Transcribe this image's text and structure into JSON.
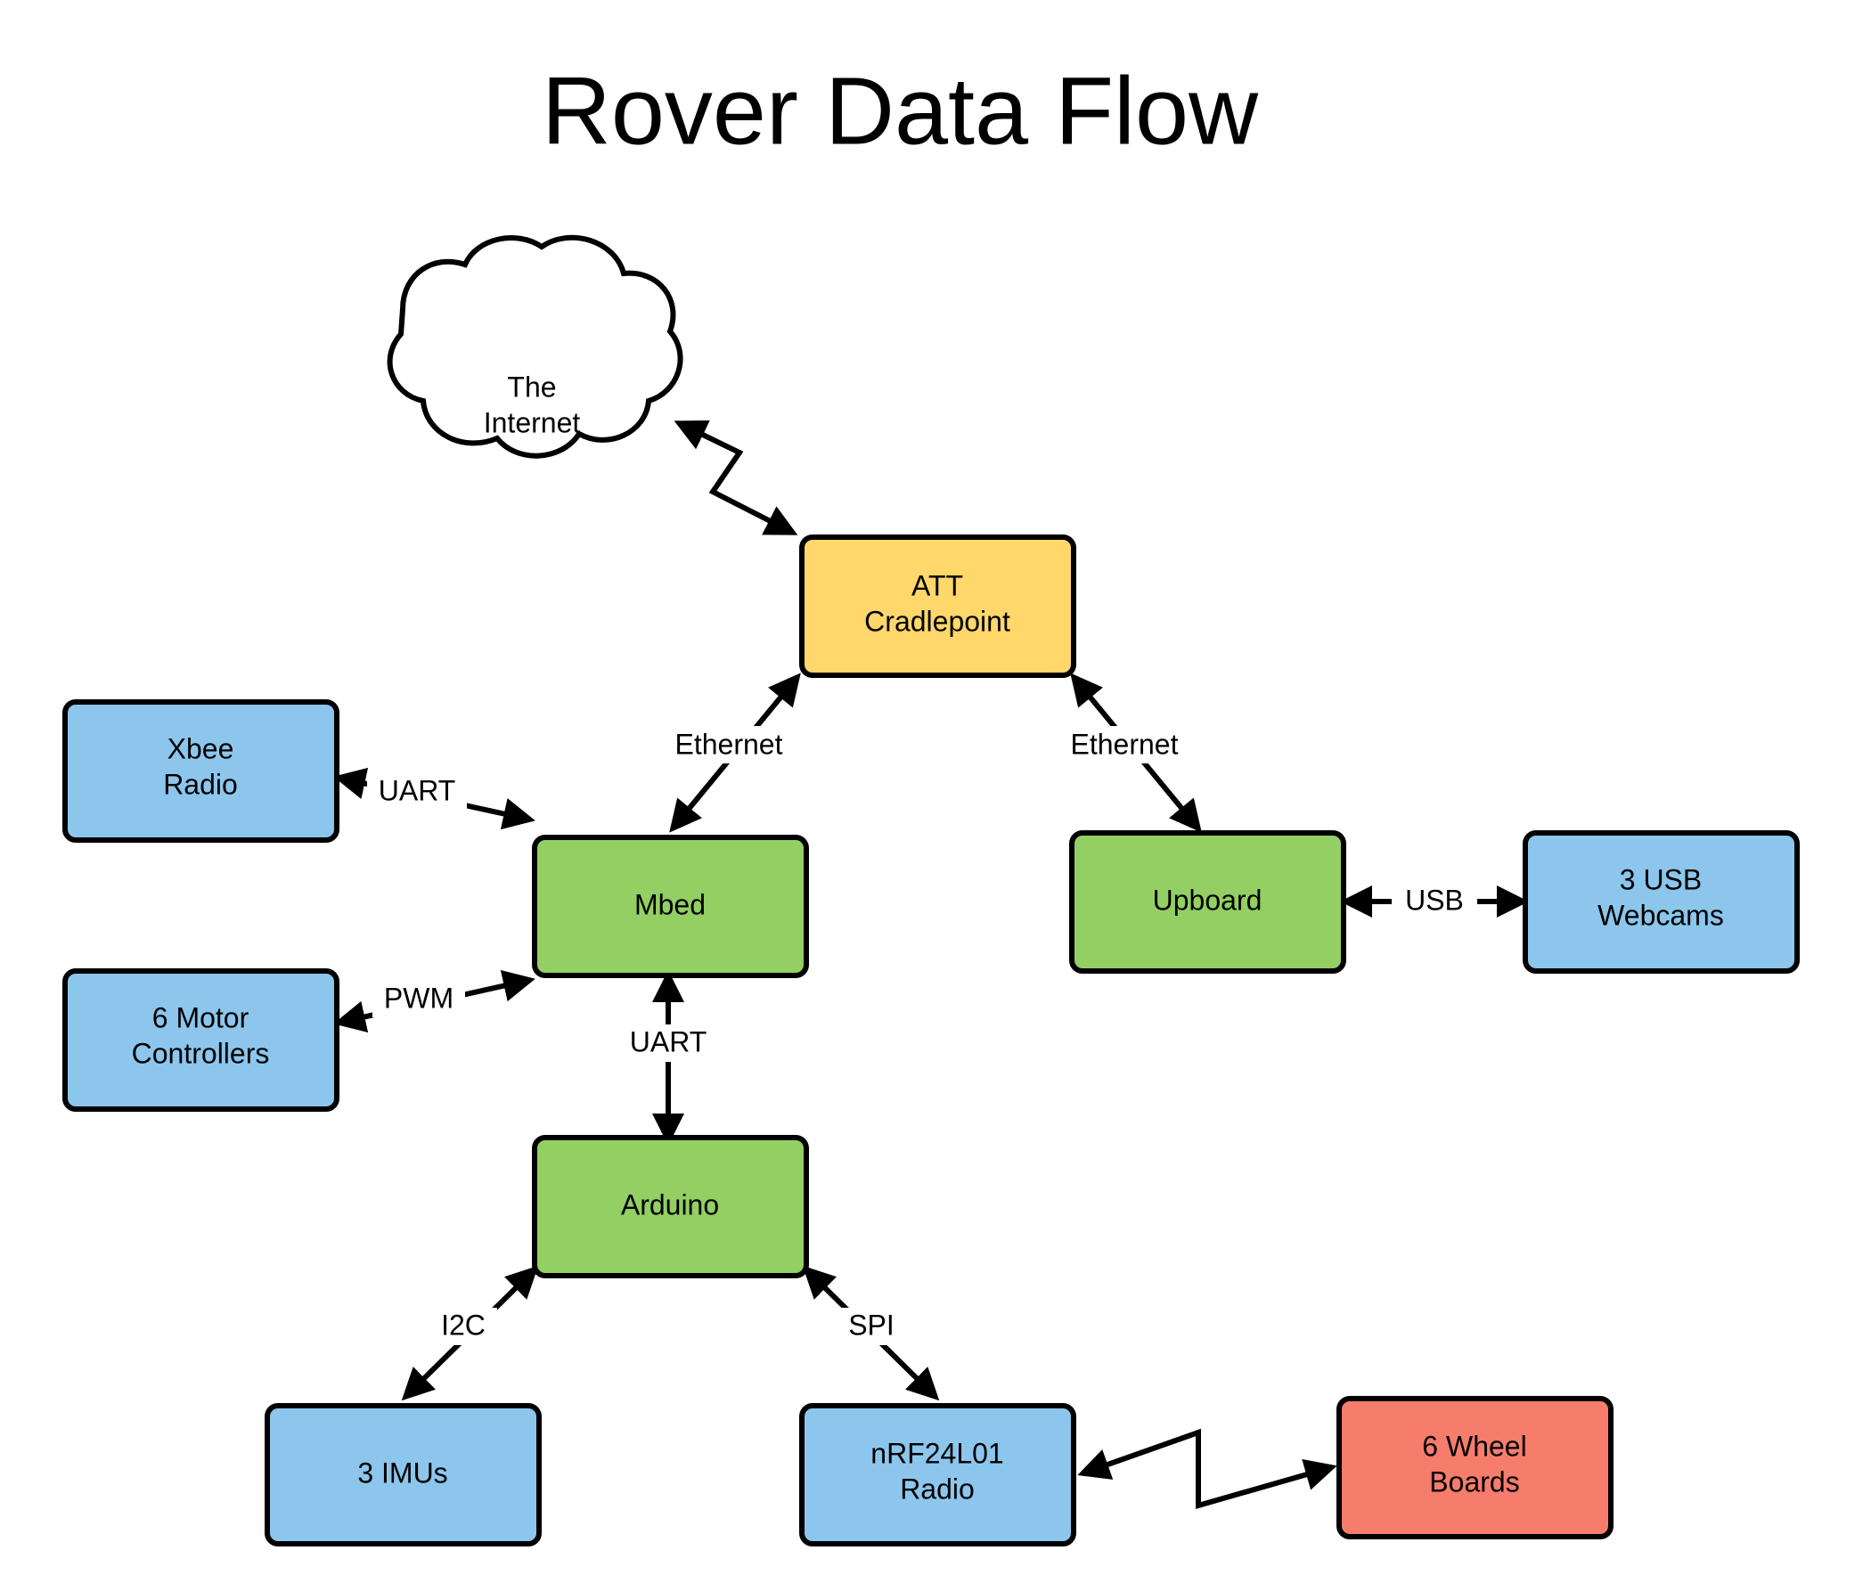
{
  "title": "Rover Data Flow",
  "colors": {
    "blue": "#8CC6EC",
    "green": "#93CF62",
    "yellow": "#FFD76B",
    "red": "#F67C6C",
    "stroke": "#000000",
    "background": "#FFFFFF"
  },
  "nodes": {
    "internet": {
      "label_line1": "The",
      "label_line2": "Internet",
      "shape": "cloud",
      "color": "#FFFFFF"
    },
    "cradlepoint": {
      "label_line1": "ATT",
      "label_line2": "Cradlepoint",
      "shape": "rect",
      "color": "#FFD76B"
    },
    "xbee": {
      "label_line1": "Xbee",
      "label_line2": "Radio",
      "shape": "rect",
      "color": "#8CC6EC"
    },
    "motors": {
      "label_line1": "6 Motor",
      "label_line2": "Controllers",
      "shape": "rect",
      "color": "#8CC6EC"
    },
    "mbed": {
      "label_line1": "Mbed",
      "label_line2": "",
      "shape": "rect",
      "color": "#93CF62"
    },
    "upboard": {
      "label_line1": "Upboard",
      "label_line2": "",
      "shape": "rect",
      "color": "#93CF62"
    },
    "webcams": {
      "label_line1": "3 USB",
      "label_line2": "Webcams",
      "shape": "rect",
      "color": "#8CC6EC"
    },
    "arduino": {
      "label_line1": "Arduino",
      "label_line2": "",
      "shape": "rect",
      "color": "#93CF62"
    },
    "imus": {
      "label_line1": "3 IMUs",
      "label_line2": "",
      "shape": "rect",
      "color": "#8CC6EC"
    },
    "nrf24": {
      "label_line1": "nRF24L01",
      "label_line2": "Radio",
      "shape": "rect",
      "color": "#8CC6EC"
    },
    "wheelboards": {
      "label_line1": "6 Wheel",
      "label_line2": "Boards",
      "shape": "rect",
      "color": "#F67C6C"
    }
  },
  "edges": {
    "internet_cradlepoint": {
      "label": "",
      "from": "internet",
      "to": "cradlepoint",
      "arrows": "both"
    },
    "cradlepoint_mbed": {
      "label": "Ethernet",
      "from": "cradlepoint",
      "to": "mbed",
      "arrows": "both"
    },
    "cradlepoint_upboard": {
      "label": "Ethernet",
      "from": "cradlepoint",
      "to": "upboard",
      "arrows": "both"
    },
    "mbed_xbee": {
      "label": "UART",
      "from": "mbed",
      "to": "xbee",
      "arrows": "both"
    },
    "mbed_motors": {
      "label": "PWM",
      "from": "mbed",
      "to": "motors",
      "arrows": "both"
    },
    "mbed_arduino": {
      "label": "UART",
      "from": "mbed",
      "to": "arduino",
      "arrows": "both"
    },
    "upboard_webcams": {
      "label": "USB",
      "from": "upboard",
      "to": "webcams",
      "arrows": "both"
    },
    "arduino_imus": {
      "label": "I2C",
      "from": "arduino",
      "to": "imus",
      "arrows": "both"
    },
    "arduino_nrf24": {
      "label": "SPI",
      "from": "arduino",
      "to": "nrf24",
      "arrows": "both"
    },
    "nrf24_wheelboards": {
      "label": "",
      "from": "nrf24",
      "to": "wheelboards",
      "arrows": "both"
    }
  }
}
